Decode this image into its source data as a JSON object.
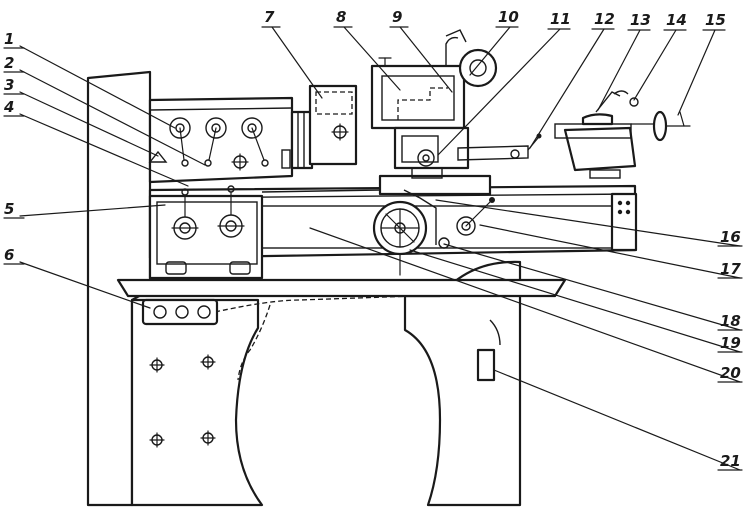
{
  "labels": [
    "1",
    "2",
    "3",
    "4",
    "5",
    "6",
    "7",
    "8",
    "9",
    "10",
    "11",
    "12",
    "13",
    "14",
    "15",
    "16",
    "17",
    "18",
    "19",
    "20",
    "21"
  ]
}
